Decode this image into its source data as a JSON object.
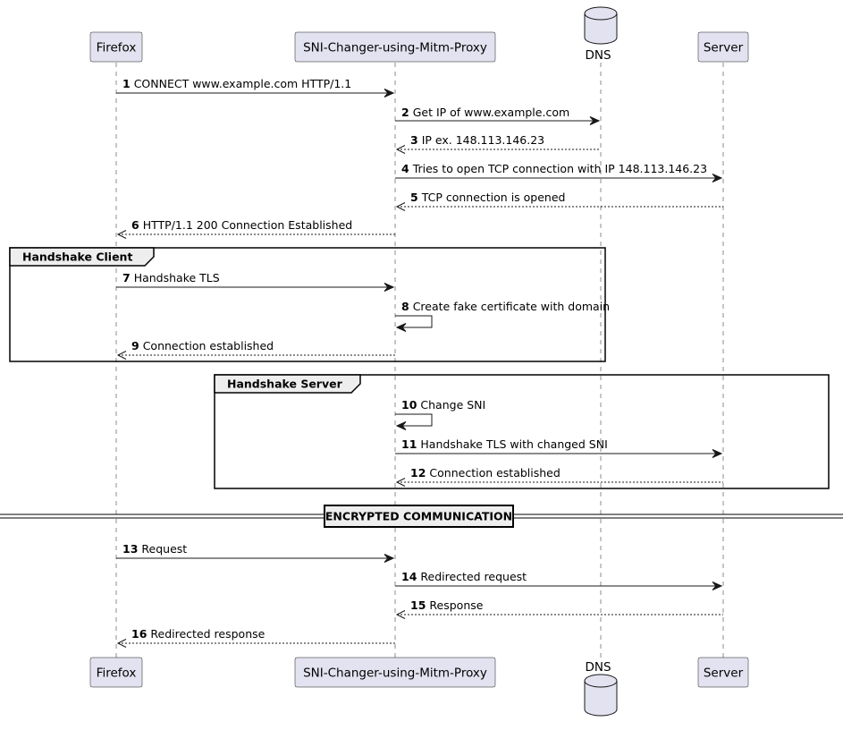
{
  "participants": [
    {
      "id": "firefox",
      "label": "Firefox",
      "kind": "box"
    },
    {
      "id": "proxy",
      "label": "SNI-Changer-using-Mitm-Proxy",
      "kind": "box"
    },
    {
      "id": "dns",
      "label": "DNS",
      "kind": "database"
    },
    {
      "id": "server",
      "label": "Server",
      "kind": "box"
    }
  ],
  "messages": [
    {
      "num": "1",
      "text": "CONNECT www.example.com HTTP/1.1",
      "from": "firefox",
      "to": "proxy",
      "style": "solid"
    },
    {
      "num": "2",
      "text": "Get IP of www.example.com",
      "from": "proxy",
      "to": "dns",
      "style": "solid"
    },
    {
      "num": "3",
      "text": "IP ex. 148.113.146.23",
      "from": "dns",
      "to": "proxy",
      "style": "dashed"
    },
    {
      "num": "4",
      "text": "Tries to open TCP connection with IP 148.113.146.23",
      "from": "proxy",
      "to": "server",
      "style": "solid"
    },
    {
      "num": "5",
      "text": "TCP connection is opened",
      "from": "server",
      "to": "proxy",
      "style": "dashed"
    },
    {
      "num": "6",
      "text": "HTTP/1.1 200 Connection Established",
      "from": "proxy",
      "to": "firefox",
      "style": "dashed"
    },
    {
      "num": "7",
      "text": "Handshake TLS",
      "from": "firefox",
      "to": "proxy",
      "style": "solid"
    },
    {
      "num": "8",
      "text": "Create fake certificate with domain",
      "from": "proxy",
      "to": "proxy",
      "style": "self"
    },
    {
      "num": "9",
      "text": "Connection established",
      "from": "proxy",
      "to": "firefox",
      "style": "dashed"
    },
    {
      "num": "10",
      "text": "Change SNI",
      "from": "proxy",
      "to": "proxy",
      "style": "self"
    },
    {
      "num": "11",
      "text": "Handshake TLS with changed SNI",
      "from": "proxy",
      "to": "server",
      "style": "solid"
    },
    {
      "num": "12",
      "text": "Connection established",
      "from": "server",
      "to": "proxy",
      "style": "dashed"
    },
    {
      "num": "13",
      "text": "Request",
      "from": "firefox",
      "to": "proxy",
      "style": "solid"
    },
    {
      "num": "14",
      "text": "Redirected request",
      "from": "proxy",
      "to": "server",
      "style": "solid"
    },
    {
      "num": "15",
      "text": "Response",
      "from": "server",
      "to": "proxy",
      "style": "dashed"
    },
    {
      "num": "16",
      "text": "Redirected response",
      "from": "proxy",
      "to": "firefox",
      "style": "dashed"
    }
  ],
  "groups": [
    {
      "label": "Handshake Client"
    },
    {
      "label": "Handshake Server"
    }
  ],
  "divider": {
    "label": "ENCRYPTED COMMUNICATION"
  },
  "colors": {
    "participant_fill": "#e2e2f0",
    "line": "#181818",
    "group_tab": "#eeeeee"
  }
}
